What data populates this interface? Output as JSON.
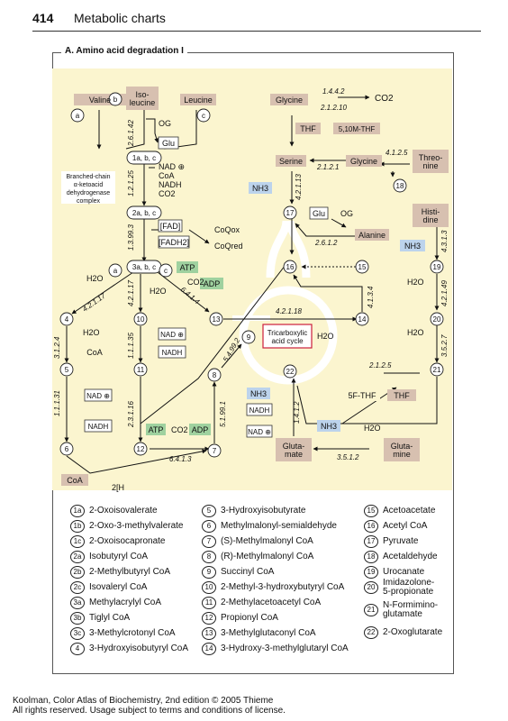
{
  "header": {
    "page_number": "414",
    "title": "Metabolic charts"
  },
  "section_title": "A. Amino acid degradation I",
  "colors": {
    "brown": "#d7c0b0",
    "blue": "#bcd3ec",
    "green": "#9fd19f",
    "yellow": "#fbf5cf",
    "red": "#cc1f3b"
  },
  "compounds": {
    "valine": "Valine",
    "isoleucine": "Iso-\nleucine",
    "leucine": "Leucine",
    "glycine_top": "Glycine",
    "co2_top": "CO2",
    "thf": "THF",
    "mthf": "5,10M-THF",
    "serine": "Serine",
    "glycine_mid": "Glycine",
    "threonine": "Threo-\nnine",
    "nh3_ser": "NH3",
    "histidine": "Histi-\ndine",
    "glu_box": "Glu",
    "og_box": "OG",
    "alanine": "Alanine",
    "nh3_his": "NH3",
    "og_top": "OG",
    "glu_top": "Glu",
    "nad_top": "NAD",
    "coa_top": "CoA",
    "nadh_top": "NADH",
    "co2_mid": "CO2",
    "bcad_note": "Branched-chain\nα-ketoacid\ndehydrogenase\ncomplex",
    "fad": "[FAD]",
    "fadh2": "[FADH2]",
    "coqox": "CoQox",
    "coqred": "CoQred",
    "atp1": "ATP",
    "co2_3": "CO2",
    "adp1": "ADP",
    "h2o_a": "H2O",
    "h2o_b": "H2O",
    "h2o_4": "H2O",
    "coa_mid": "CoA",
    "nad_mid": "NAD",
    "nadh_mid": "NADH",
    "tca": "Tricarboxylic\nacid cycle",
    "h2o_tca": "H2O",
    "nad_left": "NAD",
    "nadh_left": "NADH",
    "atp2": "ATP",
    "co2_bottom": "CO2",
    "adp2": "ADP",
    "nh3_a": "NH3",
    "nadh_glu": "NADH",
    "nad_glu": "NAD",
    "glutamate": "Gluta-\nmate",
    "nh3_b": "NH3",
    "h2o_gln": "H2O",
    "glutamine": "Gluta-\nmine",
    "fthf": "5F-THF",
    "thf2": "THF",
    "h2o_his1": "H2O",
    "h2o_his2": "H2O",
    "coa_bottom": "CoA",
    "two_h": "2[H"
  },
  "nodes": [
    "1a, b, c",
    "2a, b, c",
    "3a, b, c",
    "4",
    "5",
    "6",
    "7",
    "8",
    "9",
    "10",
    "11",
    "12",
    "13",
    "14",
    "15",
    "16",
    "17",
    "18",
    "19",
    "20",
    "21",
    "22",
    "a",
    "b",
    "c",
    "a",
    "c",
    "c"
  ],
  "enzymes": {
    "e14412": "1.4.4.2",
    "e21210": "2.1.2.10",
    "e4125": "4.1.2.5",
    "e2121": "2.1.2.1",
    "e26142": "2.6.1.42",
    "e12125": "1.2.1.25",
    "e13993": "1.3.99.3",
    "e42117": "4.2.1.17",
    "e31248": "3.1.2.4",
    "e11131": "1.1.1.31",
    "e11135": "4.2.1.17",
    "e111135": "1.1.1.35",
    "e23116": "2.3.1.16",
    "e6414": "6.4.1.4",
    "e54992": "5.4.99.2",
    "e51991": "5.1.99.1",
    "e6413": "6.4.1.3",
    "e42113": "4.2.1.13",
    "e2612": "2.6.1.2",
    "e4134": "4.1.3.4",
    "e42118": "4.2.1.18",
    "e1412": "1.4.1.2",
    "e3512": "3.5.1.2",
    "e4313": "4.3.1.3",
    "e42149": "4.2.1.49",
    "e3527": "3.5.2.7",
    "e2125": "2.1.2.5"
  },
  "legend": [
    {
      "id": "1a",
      "name": "2-Oxoisovalerate"
    },
    {
      "id": "1b",
      "name": "2-Oxo-3-methylvalerate"
    },
    {
      "id": "1c",
      "name": "2-Oxoisocapronate"
    },
    {
      "id": "2a",
      "name": "Isobutyryl CoA"
    },
    {
      "id": "2b",
      "name": "2-Methylbutyryl CoA"
    },
    {
      "id": "2c",
      "name": "Isovaleryl CoA"
    },
    {
      "id": "3a",
      "name": "Methylacrylyl CoA"
    },
    {
      "id": "3b",
      "name": "Tiglyl CoA"
    },
    {
      "id": "3c",
      "name": "3-Methylcrotonyl CoA"
    },
    {
      "id": "4",
      "name": "3-Hydroxyisobutyryl CoA"
    },
    {
      "id": "5",
      "name": "3-Hydroxyisobutyrate"
    },
    {
      "id": "6",
      "name": "Methylmalonyl-semialdehyde"
    },
    {
      "id": "7",
      "name": "(S)-Methylmalonyl CoA"
    },
    {
      "id": "8",
      "name": "(R)-Methylmalonyl CoA"
    },
    {
      "id": "9",
      "name": "Succinyl CoA"
    },
    {
      "id": "10",
      "name": "2-Methyl-3-hydroxybutyryl CoA"
    },
    {
      "id": "11",
      "name": "2-Methylacetoacetyl CoA"
    },
    {
      "id": "12",
      "name": "Propionyl CoA"
    },
    {
      "id": "13",
      "name": "3-Methylglutaconyl CoA"
    },
    {
      "id": "14",
      "name": "3-Hydroxy-3-methylglutaryl CoA"
    },
    {
      "id": "15",
      "name": "Acetoacetate"
    },
    {
      "id": "16",
      "name": "Acetyl CoA"
    },
    {
      "id": "17",
      "name": "Pyruvate"
    },
    {
      "id": "18",
      "name": "Acetaldehyde"
    },
    {
      "id": "19",
      "name": "Urocanate"
    },
    {
      "id": "20",
      "name": "Imidazolone-\n5-propionate"
    },
    {
      "id": "21",
      "name": "N-Formimino-\nglutamate"
    },
    {
      "id": "22",
      "name": "2-Oxoglutarate"
    }
  ],
  "footer": {
    "line1": "Koolman, Color Atlas of Biochemistry, 2nd edition © 2005 Thieme",
    "line2": "All rights reserved. Usage subject to terms and conditions of license."
  }
}
